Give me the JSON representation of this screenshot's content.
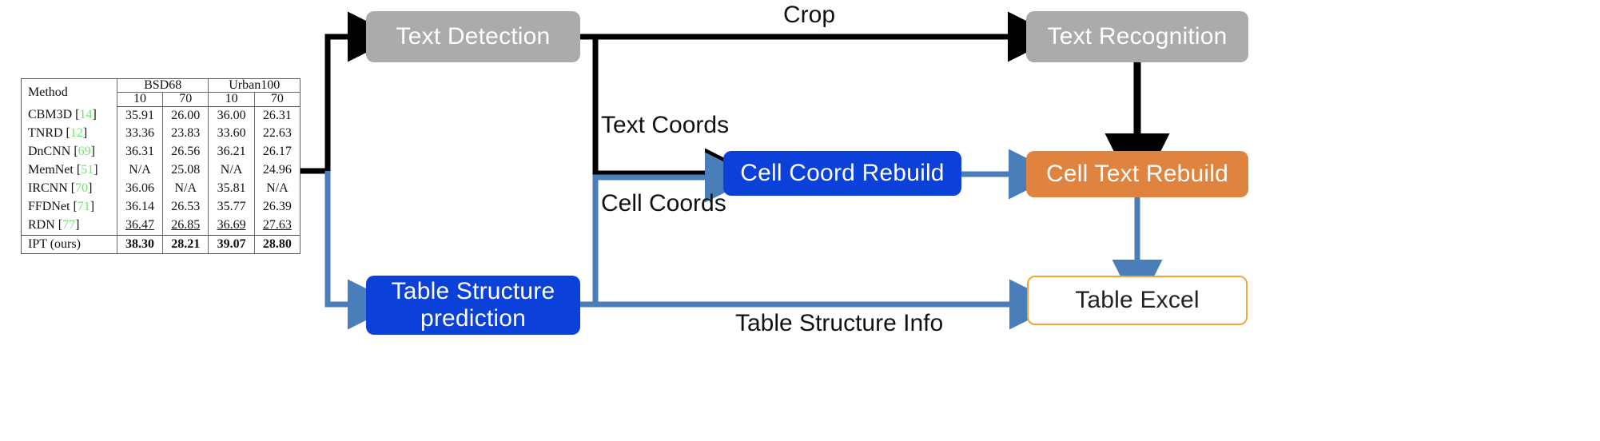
{
  "diagram": {
    "nodes": [
      {
        "id": "text-detection",
        "label": "Text Detection",
        "color": "#ababab"
      },
      {
        "id": "text-recognition",
        "label": "Text Recognition",
        "color": "#ababab"
      },
      {
        "id": "cell-coord-rebuild",
        "label": "Cell Coord Rebuild",
        "color": "#0b41d8"
      },
      {
        "id": "cell-text-rebuild",
        "label": "Cell Text Rebuild",
        "color": "#e0833f"
      },
      {
        "id": "table-structure-prediction",
        "label": "Table Structure prediction",
        "color": "#0b41d8"
      },
      {
        "id": "table-excel",
        "label": "Table Excel",
        "color": "#ffffff",
        "border": "#f0a63c"
      }
    ],
    "edge_labels": {
      "crop": "Crop",
      "text_coords": "Text Coords",
      "cell_coords": "Cell Coords",
      "table_structure_info": "Table Structure Info"
    },
    "colors": {
      "black_flow": "#000000",
      "blue_flow": "#4a7ebb",
      "gray_node": "#ababab",
      "blue_node": "#0b41d8",
      "orange_node": "#e0833f",
      "excel_border": "#f0a63c"
    }
  },
  "input_table": {
    "header_row1": [
      "Method",
      "BSD68",
      "Urban100"
    ],
    "header_row2": [
      "10",
      "70",
      "10",
      "70"
    ],
    "rows": [
      {
        "method": "CBM3D",
        "ref": "14",
        "values": [
          "35.91",
          "26.00",
          "36.00",
          "26.31"
        ],
        "style": "normal"
      },
      {
        "method": "TNRD",
        "ref": "12",
        "values": [
          "33.36",
          "23.83",
          "33.60",
          "22.63"
        ],
        "style": "normal"
      },
      {
        "method": "DnCNN",
        "ref": "69",
        "values": [
          "36.31",
          "26.56",
          "36.21",
          "26.17"
        ],
        "style": "normal"
      },
      {
        "method": "MemNet",
        "ref": "51",
        "values": [
          "N/A",
          "25.08",
          "N/A",
          "24.96"
        ],
        "style": "normal"
      },
      {
        "method": "IRCNN",
        "ref": "70",
        "values": [
          "36.06",
          "N/A",
          "35.81",
          "N/A"
        ],
        "style": "normal"
      },
      {
        "method": "FFDNet",
        "ref": "71",
        "values": [
          "36.14",
          "26.53",
          "35.77",
          "26.39"
        ],
        "style": "normal"
      },
      {
        "method": "RDN",
        "ref": "77",
        "values": [
          "36.47",
          "26.85",
          "36.69",
          "27.63"
        ],
        "style": "underline"
      },
      {
        "method": "IPT (ours)",
        "ref": "",
        "values": [
          "38.30",
          "28.21",
          "39.07",
          "28.80"
        ],
        "style": "bold"
      }
    ]
  }
}
